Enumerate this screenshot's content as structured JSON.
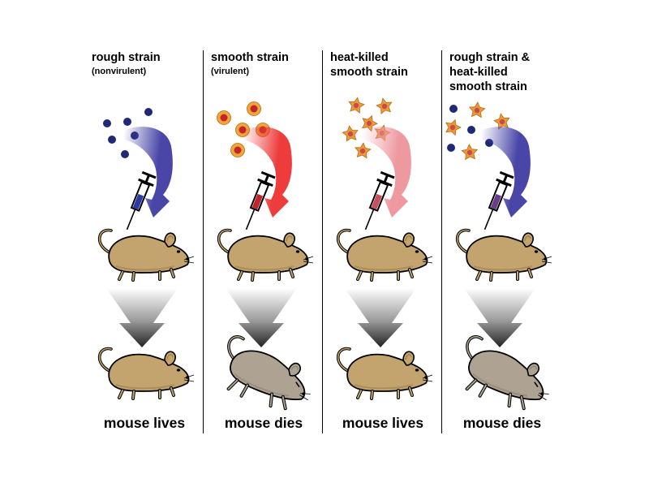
{
  "panels": [
    {
      "title_lines": [
        "rough strain"
      ],
      "subtitle": "(nonvirulent)",
      "outcome": "mouse lives",
      "bacteria": "rough",
      "arrow_color": "#4a46a8",
      "syringe_fill": "#2c3aa6",
      "mouse_state": "alive"
    },
    {
      "title_lines": [
        "smooth strain"
      ],
      "subtitle": "(virulent)",
      "outcome": "mouse dies",
      "bacteria": "smooth",
      "arrow_color": "#ee3b3b",
      "syringe_fill": "#c2242a",
      "mouse_state": "dead"
    },
    {
      "title_lines": [
        "heat-killed",
        "smooth strain"
      ],
      "subtitle": "",
      "outcome": "mouse lives",
      "bacteria": "heat-killed",
      "arrow_color": "#ee98a0",
      "syringe_fill": "#c8505c",
      "mouse_state": "alive"
    },
    {
      "title_lines": [
        "rough strain &",
        "heat-killed",
        "smooth strain"
      ],
      "subtitle": "",
      "outcome": "mouse dies",
      "bacteria": "mixed",
      "arrow_color": "#4a46a8",
      "syringe_fill": "#6a3c8a",
      "mouse_state": "dead"
    }
  ],
  "colors": {
    "rough_cell": "#1e2a78",
    "smooth_capsule": "#f2a53a",
    "smooth_core": "#c0262a",
    "killed_star": "#ee9a38",
    "killed_core": "#c84a4a",
    "mouse_alive": "#c4a46e",
    "mouse_dead": "#aea392",
    "funnel_arrow": "#222222"
  },
  "icons": [
    "syringe-icon",
    "injection-arrow-icon",
    "mouse-icon",
    "down-arrow-icon"
  ]
}
